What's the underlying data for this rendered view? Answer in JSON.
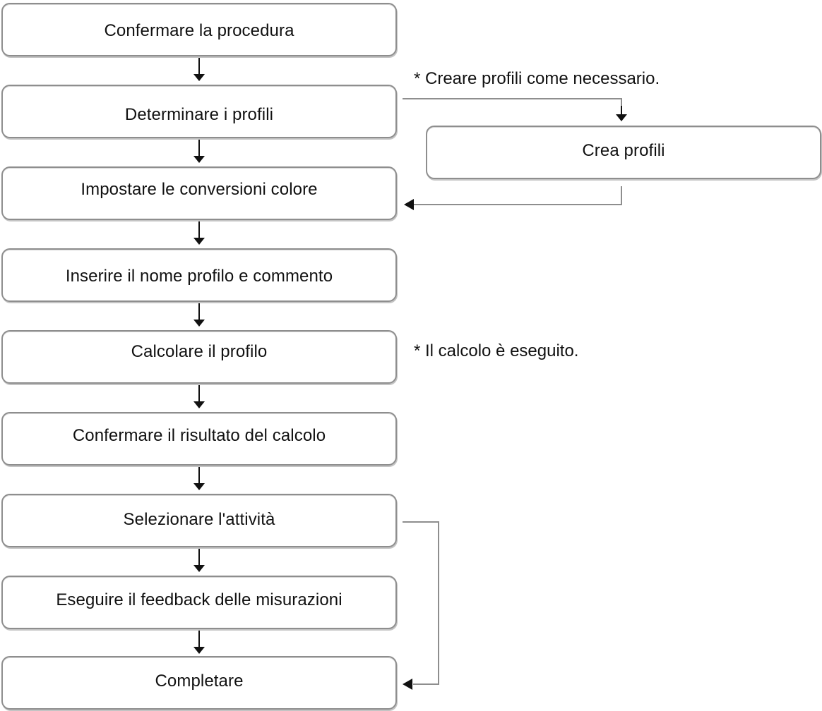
{
  "steps": [
    "Confermare la procedura",
    "Determinare i profili",
    "Impostare le conversioni colore",
    "Inserire il nome profilo e commento",
    "Calcolare il profilo",
    "Confermare il risultato del calcolo",
    "Selezionare l'attività",
    "Eseguire il feedback delle misurazioni",
    "Completare"
  ],
  "side_step": "Crea profili",
  "notes": {
    "create_profiles": "* Creare profili come necessario.",
    "calculation": "* Il calcolo è eseguito."
  },
  "colors": {
    "box_border": "#8e8e8e",
    "connector": "#8e8e8e",
    "arrowhead": "#111111",
    "text": "#111111"
  }
}
